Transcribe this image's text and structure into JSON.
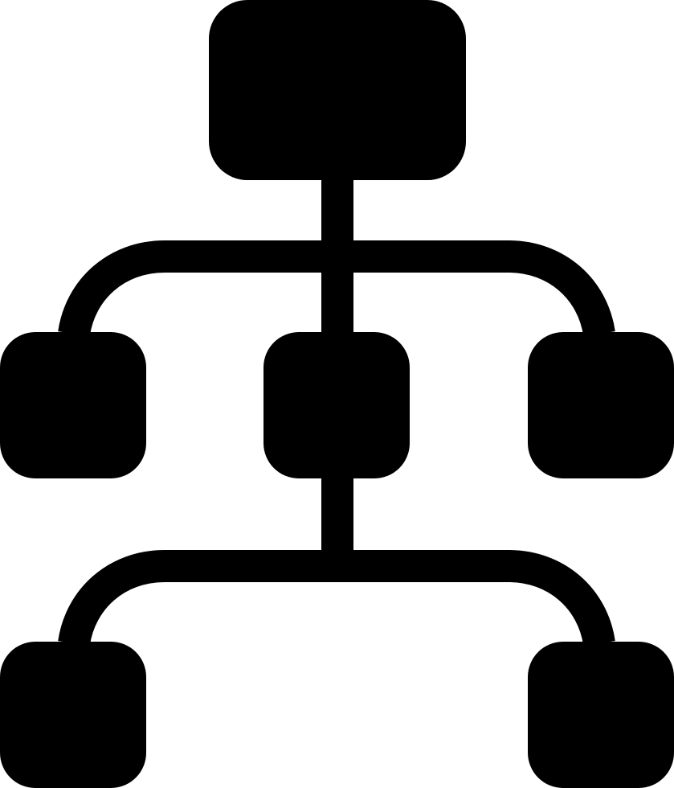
{
  "icon": {
    "name": "hierarchy-structure-icon",
    "fill_color": "#000000",
    "background_color": "#ffffff",
    "levels": [
      {
        "level": 1,
        "node_count": 1
      },
      {
        "level": 2,
        "node_count": 3
      },
      {
        "level": 3,
        "node_count": 2
      }
    ]
  }
}
